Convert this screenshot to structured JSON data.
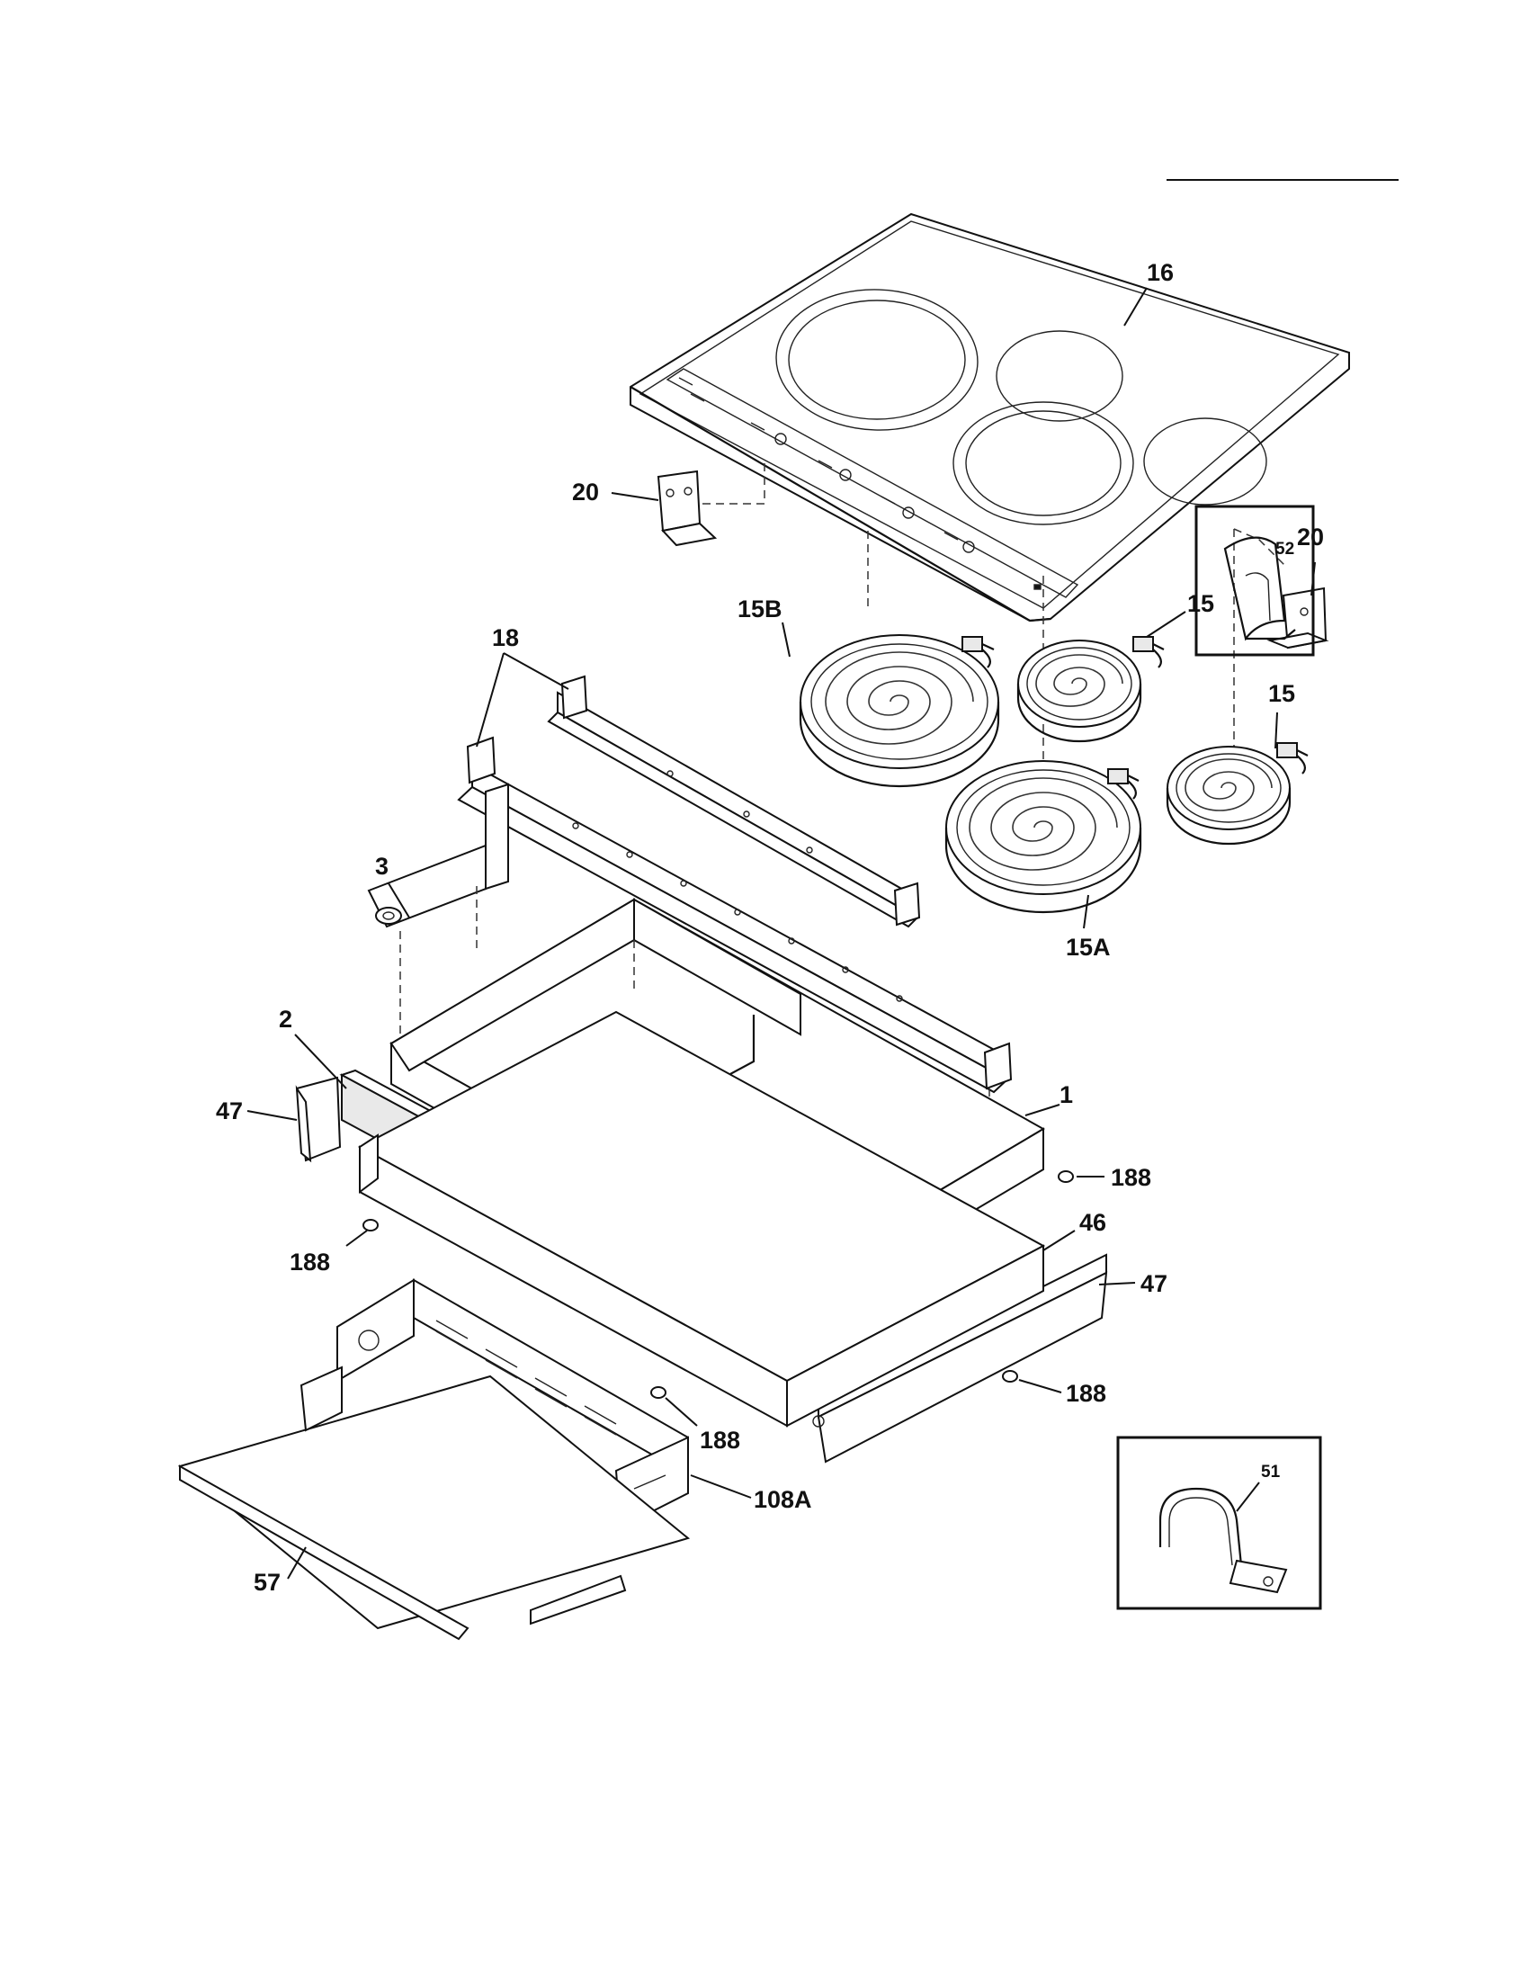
{
  "callouts": {
    "c16": "16",
    "c20a": "20",
    "c20b": "20",
    "c15b": "15B",
    "c15a_top": "15",
    "c15b_right": "15",
    "c15a": "15A",
    "c18": "18",
    "c52": "52",
    "c3": "3",
    "c2": "2",
    "c1": "1",
    "c47a": "47",
    "c188a": "188",
    "c46": "46",
    "c188b": "188",
    "c47b": "47",
    "c188c": "188",
    "c188d": "188",
    "c108a": "108A",
    "c57": "57",
    "c51": "51"
  }
}
